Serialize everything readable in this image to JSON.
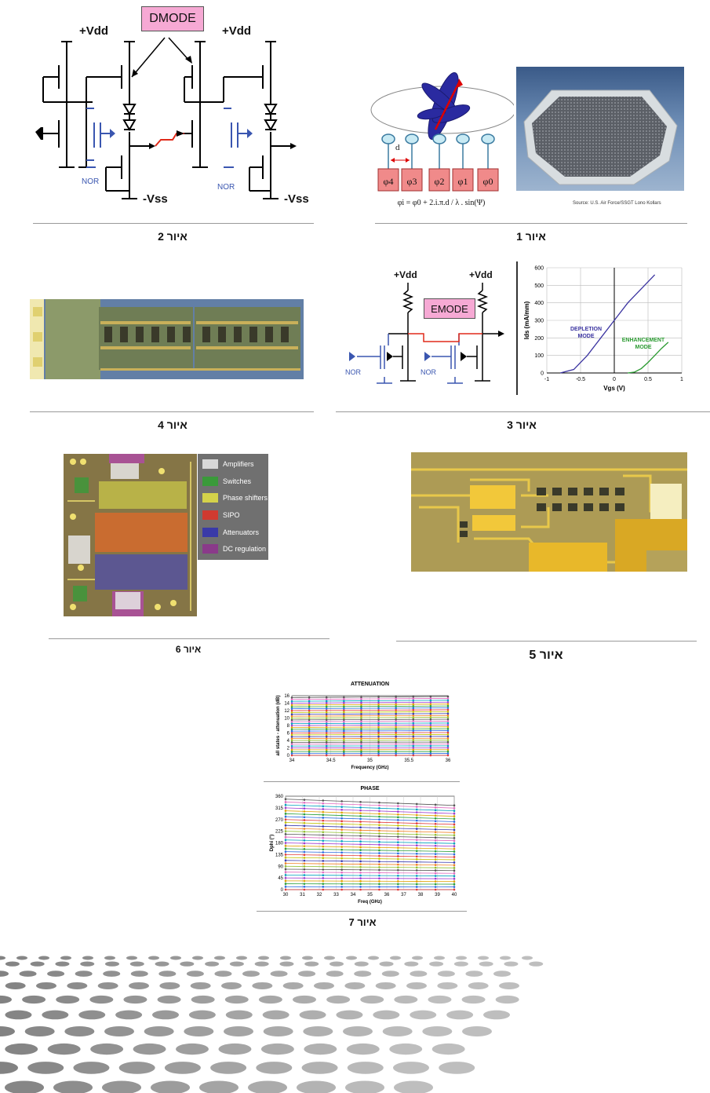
{
  "fig2": {
    "caption": "איור 2",
    "dmode_label": "DMODE",
    "vdd_left": "+Vdd",
    "vdd_right": "+Vdd",
    "vss_left": "-Vss",
    "vss_right": "-Vss",
    "nor_left": "NOR",
    "nor_right": "NOR"
  },
  "fig1": {
    "caption": "איור 1",
    "d_label": "d",
    "phases": [
      "φ4",
      "φ3",
      "φ2",
      "φ1",
      "φ0"
    ],
    "formula": "φi = φ0 + 2.i.π.d / λ . sin(Ψ)",
    "source": "Source: U.S. Air Force/SSGT Lono Kollars"
  },
  "fig3": {
    "caption": "איור 3",
    "vdd_left": "+Vdd",
    "vdd_right": "+Vdd",
    "emode_label": "EMODE",
    "nor_left": "NOR",
    "nor_right": "NOR",
    "chart_data": {
      "type": "line",
      "xlabel": "Vgs (V)",
      "ylabel": "Ids (mA/mm)",
      "xlim": [
        -1,
        1
      ],
      "ylim": [
        0,
        600
      ],
      "x_ticks": [
        "-1",
        "-0.5",
        "0",
        "0.5",
        "1"
      ],
      "y_ticks": [
        "0",
        "100",
        "200",
        "300",
        "400",
        "500",
        "600"
      ],
      "series": [
        {
          "name": "DEPLETION MODE",
          "color": "#3a33a0",
          "x": [
            -0.8,
            -0.6,
            -0.4,
            -0.2,
            0,
            0.2,
            0.4,
            0.6
          ],
          "y": [
            0,
            20,
            100,
            200,
            300,
            400,
            480,
            560
          ]
        },
        {
          "name": "ENHANCEMENT MODE",
          "color": "#2a9a30",
          "x": [
            0.2,
            0.3,
            0.4,
            0.5,
            0.6,
            0.7,
            0.8
          ],
          "y": [
            0,
            5,
            25,
            60,
            100,
            140,
            175
          ]
        }
      ],
      "annotations": [
        "DEPLETION MODE",
        "ENHANCEMENT MODE"
      ]
    }
  },
  "fig4": {
    "caption": "איור 4"
  },
  "fig5": {
    "caption": "איור 5"
  },
  "fig6": {
    "caption": "איור 6",
    "legend": [
      {
        "label": "Amplifiers",
        "color": "#d8d8d8"
      },
      {
        "label": "Switches",
        "color": "#3a9a3a"
      },
      {
        "label": "Phase shifters",
        "color": "#d4d24a"
      },
      {
        "label": "SIPO",
        "color": "#d03a30"
      },
      {
        "label": "Attenuators",
        "color": "#3a3aa8"
      },
      {
        "label": "DC regulation",
        "color": "#8a3a8a"
      }
    ]
  },
  "fig7": {
    "caption": "איור 7",
    "chart_data": [
      {
        "type": "line",
        "title": "ATTENUATION",
        "xlabel": "Frequency (GHz)",
        "ylabel": "all states - attenuation (dB)",
        "xlim": [
          34,
          36
        ],
        "ylim": [
          0,
          16
        ],
        "x_ticks": [
          "34",
          "34.5",
          "35",
          "35.5",
          "36"
        ],
        "y_ticks": [
          "0",
          "2",
          "4",
          "6",
          "8",
          "10",
          "12",
          "14",
          "16"
        ],
        "state_levels": [
          0,
          0.5,
          1,
          1.5,
          2,
          2.5,
          3,
          3.5,
          4,
          4.5,
          5,
          5.5,
          6,
          6.5,
          7,
          7.5,
          8,
          8.5,
          9,
          9.5,
          10,
          10.5,
          11,
          11.5,
          12,
          12.5,
          13,
          13.5,
          14,
          14.5,
          15,
          15.5
        ]
      },
      {
        "type": "line",
        "title": "PHASE",
        "xlabel": "Freq (GHz)",
        "ylabel": "Dphi (°)",
        "xlim": [
          30,
          40
        ],
        "ylim": [
          0,
          360
        ],
        "x_ticks": [
          "30",
          "31",
          "32",
          "33",
          "34",
          "35",
          "36",
          "37",
          "38",
          "39",
          "40"
        ],
        "y_ticks": [
          "0",
          "45",
          "90",
          "135",
          "180",
          "225",
          "270",
          "315",
          "360"
        ],
        "state_levels": [
          0,
          11.25,
          22.5,
          33.75,
          45,
          56.25,
          67.5,
          78.75,
          90,
          101.25,
          112.5,
          123.75,
          135,
          146.25,
          157.5,
          168.75,
          180,
          191.25,
          202.5,
          213.75,
          225,
          236.25,
          247.5,
          258.75,
          270,
          281.25,
          292.5,
          303.75,
          315,
          326.25,
          337.5,
          348.75
        ]
      }
    ]
  }
}
